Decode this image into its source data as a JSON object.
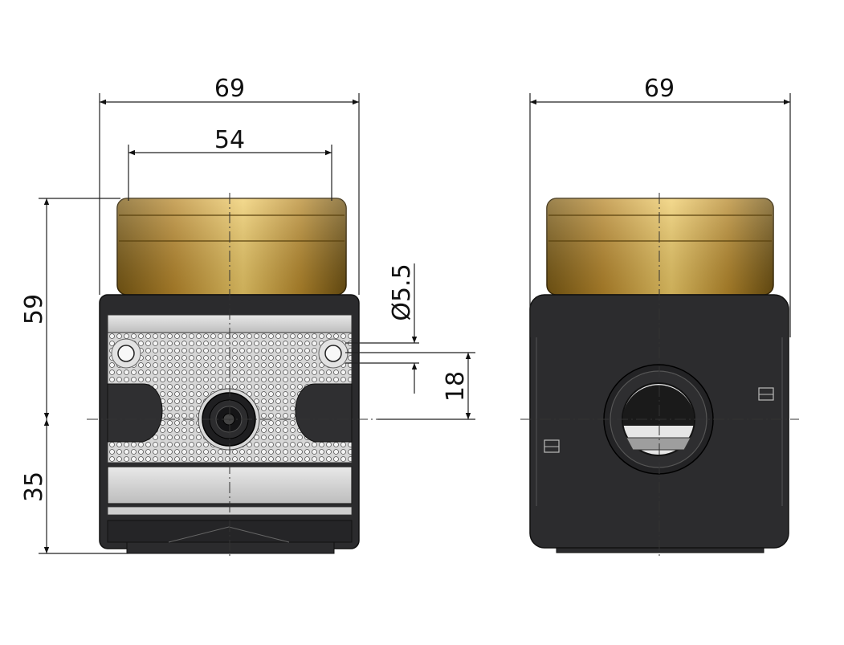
{
  "drawing": {
    "front_view": {
      "width_overall": "69",
      "width_cap": "54",
      "height_top": "59",
      "height_bottom": "35",
      "hole_diameter": "Ø5.5",
      "hole_offset": "18"
    },
    "side_view": {
      "width_overall": "69"
    }
  },
  "colors": {
    "cap_dark": "#8a6a1e",
    "cap_light": "#e7c25c",
    "body": "#2a2a2c",
    "plate": "#d8d8d8"
  }
}
